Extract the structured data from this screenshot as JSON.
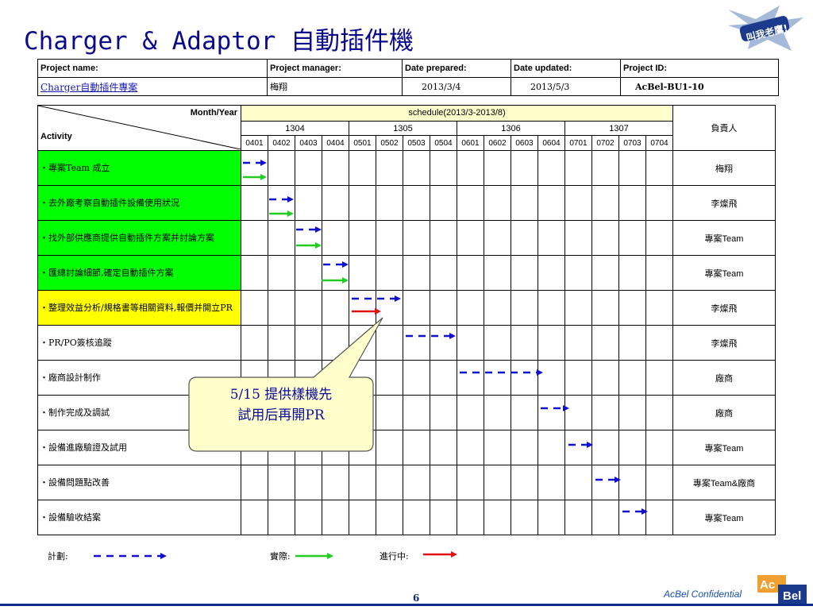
{
  "title": "Charger & Adaptor 自動插件機",
  "logo_text": "叫我老鷹!",
  "info": {
    "project_name_label": "Project  name:",
    "project_name_value": "Charger自動插件專案",
    "project_manager_label": "Project  manager:",
    "project_manager_value": "梅翔",
    "date_prepared_label": "Date prepared:",
    "date_prepared_value": "2013/3/4",
    "date_updated_label": "Date updated:",
    "date_updated_value": "2013/5/3",
    "project_id_label": "Project ID:",
    "project_id_value": "AcBel-BU1-10"
  },
  "schedule": {
    "month_year_label": "Month/Year",
    "activity_label": "Activity",
    "schedule_label": "schedule(2013/3-2013/8)",
    "owner_label": "負責人",
    "months": [
      "1304",
      "1305",
      "1306",
      "1307"
    ],
    "weeks": [
      "0401",
      "0402",
      "0403",
      "0404",
      "0501",
      "0502",
      "0503",
      "0504",
      "0601",
      "0602",
      "0603",
      "0604",
      "0701",
      "0702",
      "0703",
      "0704"
    ],
    "rows": [
      {
        "activity": "・專案Team 成立",
        "owner": "梅翔",
        "highlight": "green"
      },
      {
        "activity": "・去外廠考察自動插件設備使用狀況",
        "owner": "李燦飛",
        "highlight": "green"
      },
      {
        "activity": "・找外部供應商提供自動插件方案并討論方案",
        "owner": "專案Team",
        "highlight": "green"
      },
      {
        "activity": "・匯總討論細節,確定自動插件方案",
        "owner": "專案Team",
        "highlight": "green"
      },
      {
        "activity": "・整理效益分析/規格書等相關資料,報價并開立PR",
        "owner": "李燦飛",
        "highlight": "yellow"
      },
      {
        "activity": "・PR/PO簽核追蹤",
        "owner": "李燦飛",
        "highlight": "none"
      },
      {
        "activity": "・廠商設計制作",
        "owner": "廠商",
        "highlight": "none"
      },
      {
        "activity": "・制作完成及調試",
        "owner": "廠商",
        "highlight": "none"
      },
      {
        "activity": "・設備進廠驗證及試用",
        "owner": "專案Team",
        "highlight": "none"
      },
      {
        "activity": "・設備問題點改善",
        "owner": "專案Team&廠商",
        "highlight": "none"
      },
      {
        "activity": "・設備驗收結案",
        "owner": "專案Team",
        "highlight": "none"
      }
    ]
  },
  "callout": {
    "line1": "5/15 提供樣機先",
    "line2": "試用后再開PR"
  },
  "legend": {
    "plan": "計劃:",
    "actual": "實際:",
    "in_progress": "進行中:"
  },
  "colors": {
    "plan": "#1010d0",
    "actual": "#22cc22",
    "in_progress": "#e01010",
    "green_cell": "#00ff00",
    "yellow_cell": "#ffff00"
  },
  "footer": {
    "page": "6",
    "confidential": "AcBel Confidential",
    "brand": "AcBel"
  }
}
